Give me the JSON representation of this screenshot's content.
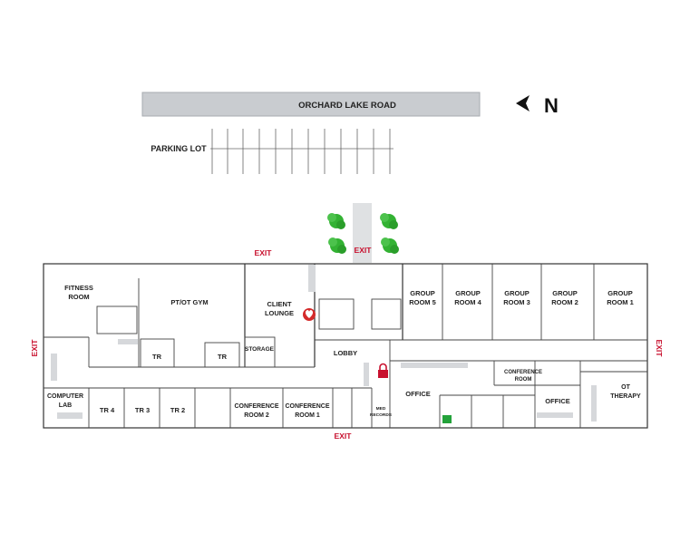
{
  "map": {
    "road": {
      "name": "ORCHARD LAKE ROAD"
    },
    "compass": {
      "label": "N",
      "icon": "north-arrow-icon"
    },
    "parking": {
      "label": "PARKING LOT"
    },
    "exits": {
      "top_left": "EXIT",
      "top_center": "EXIT",
      "bottom": "EXIT",
      "left": "EXIT",
      "right": "EXIT"
    },
    "rooms": {
      "fitness_room": [
        "FITNESS",
        "ROOM"
      ],
      "pt_ot_gym": "PT/OT GYM",
      "client_lounge": [
        "CLIENT",
        "LOUNGE"
      ],
      "storage": "STORAGE",
      "tr_a": "TR",
      "tr_b": "TR",
      "lobby": "LOBBY",
      "group_room_5": [
        "GROUP",
        "ROOM 5"
      ],
      "group_room_4": [
        "GROUP",
        "ROOM 4"
      ],
      "group_room_3": [
        "GROUP",
        "ROOM 3"
      ],
      "group_room_2": [
        "GROUP",
        "ROOM 2"
      ],
      "group_room_1": [
        "GROUP",
        "ROOM 1"
      ],
      "computer_lab": [
        "COMPUTER",
        "LAB"
      ],
      "tr_4": "TR 4",
      "tr_3": "TR 3",
      "tr_2": "TR 2",
      "conference_room_2": [
        "CONFERENCE",
        "ROOM 2"
      ],
      "conference_room_1": [
        "CONFERENCE",
        "ROOM 1"
      ],
      "med_records": [
        "MED",
        "RECORDS"
      ],
      "office_left": "OFFICE",
      "conference_room_small": [
        "CONFERENCE",
        "ROOM"
      ],
      "office_right": "OFFICE",
      "ot_therapy": [
        "OT",
        "THERAPY"
      ]
    },
    "markers": {
      "heart": "heart-icon",
      "lock": "lock-icon",
      "green_square": "square-icon",
      "trees": "tree-icon"
    },
    "colors": {
      "exit_red": "#c8102e",
      "road_gray": "#c9ccd0",
      "tree_green": "#33b233",
      "heart_red": "#d42a2a",
      "fixture_gray": "#d6d8db",
      "walkway_gray": "#dfe1e3"
    }
  }
}
